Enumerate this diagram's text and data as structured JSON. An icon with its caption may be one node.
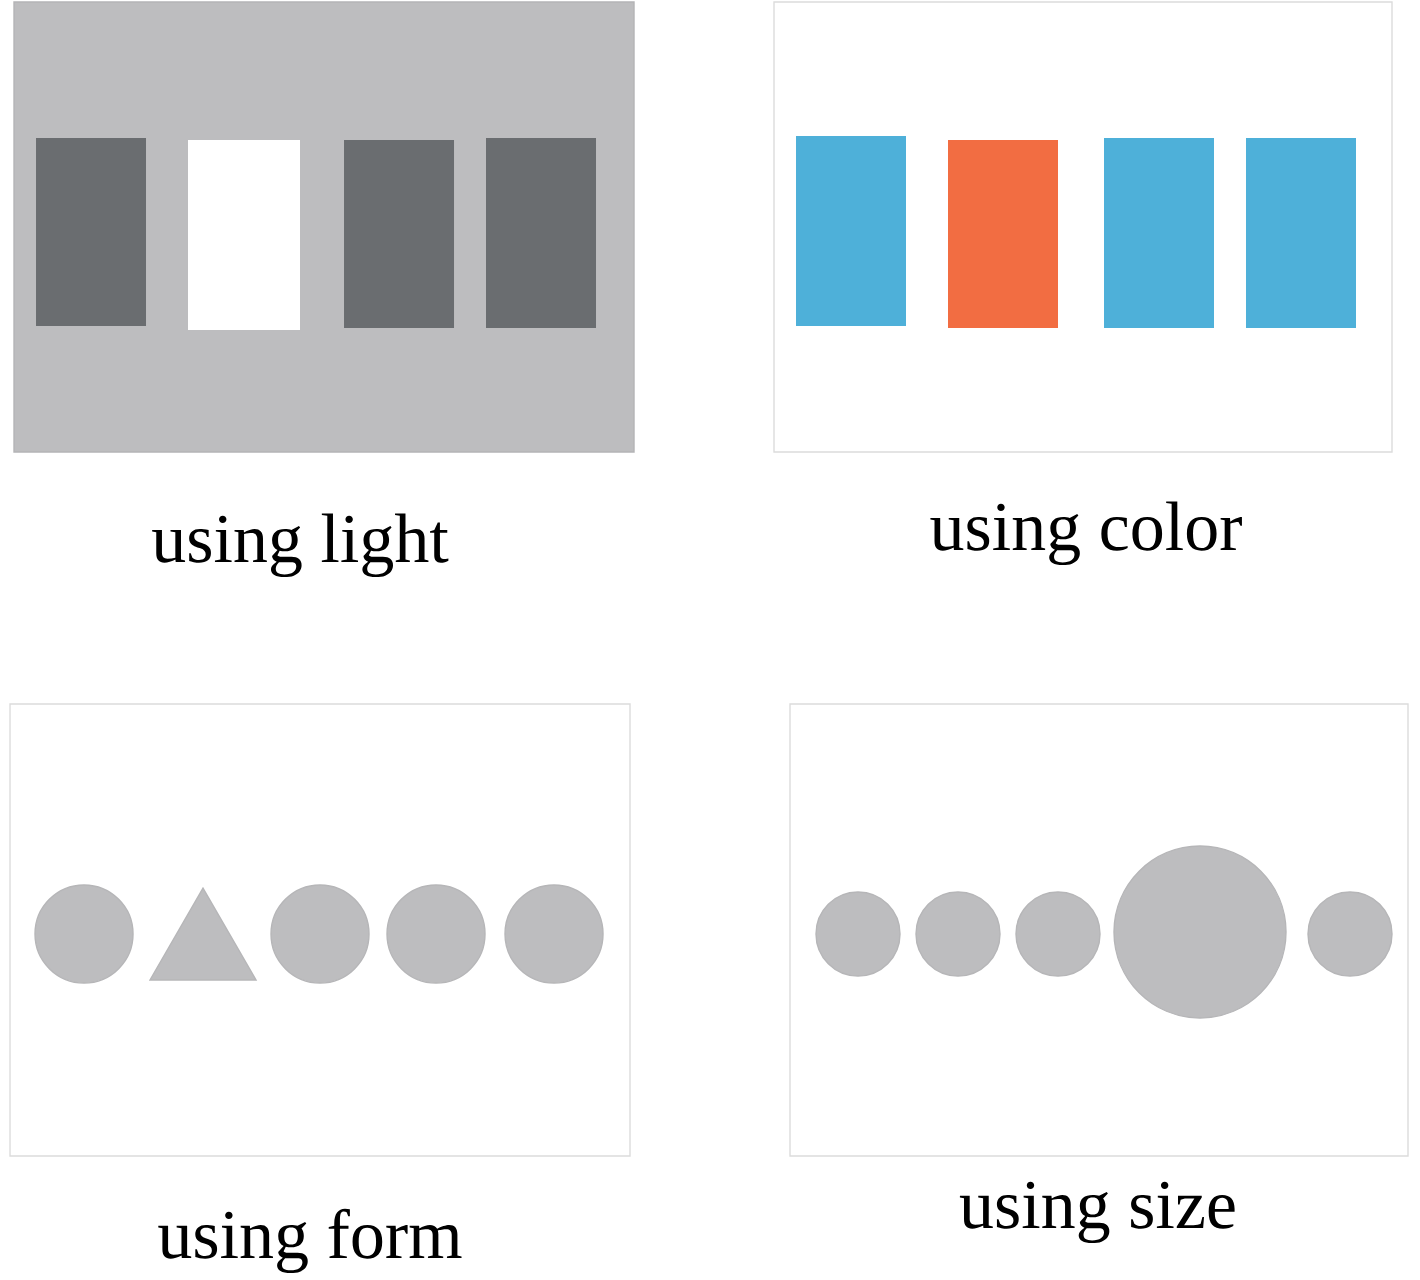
{
  "diagram": {
    "nodes": [
      {
        "text": [],
        "shape": "box",
        "beside": [
          "using light"
        ]
      },
      {
        "text": [],
        "shape": "box",
        "in": 0
      },
      {
        "text": [],
        "shape": "box",
        "in": 0
      },
      {
        "text": [],
        "shape": "box",
        "in": 0
      },
      {
        "text": [],
        "shape": "box",
        "in": 0
      },
      {
        "text": [],
        "shape": "box",
        "beside": [
          "using color"
        ]
      },
      {
        "text": [],
        "shape": "box",
        "in": 5
      },
      {
        "text": [],
        "shape": "box",
        "in": 5
      },
      {
        "text": [],
        "shape": "box",
        "in": 5
      },
      {
        "text": [],
        "shape": "box",
        "in": 5
      },
      {
        "text": [],
        "shape": "box",
        "beside": [
          "using form"
        ]
      },
      {
        "text": [],
        "shape": "circle",
        "in": 10
      },
      {
        "text": [],
        "shape": "triangle",
        "in": 10
      },
      {
        "text": [],
        "shape": "circle",
        "in": 10
      },
      {
        "text": [],
        "shape": "circle",
        "in": 10
      },
      {
        "text": [],
        "shape": "circle",
        "in": 10
      },
      {
        "text": [],
        "shape": "box",
        "beside": [
          "using size"
        ]
      },
      {
        "text": [],
        "shape": "circle",
        "in": 16
      },
      {
        "text": [],
        "shape": "circle",
        "in": 16
      },
      {
        "text": [],
        "shape": "circle",
        "in": 16
      },
      {
        "text": [],
        "shape": "circle",
        "in": 16
      },
      {
        "text": [],
        "shape": "circle",
        "in": 16
      }
    ]
  }
}
